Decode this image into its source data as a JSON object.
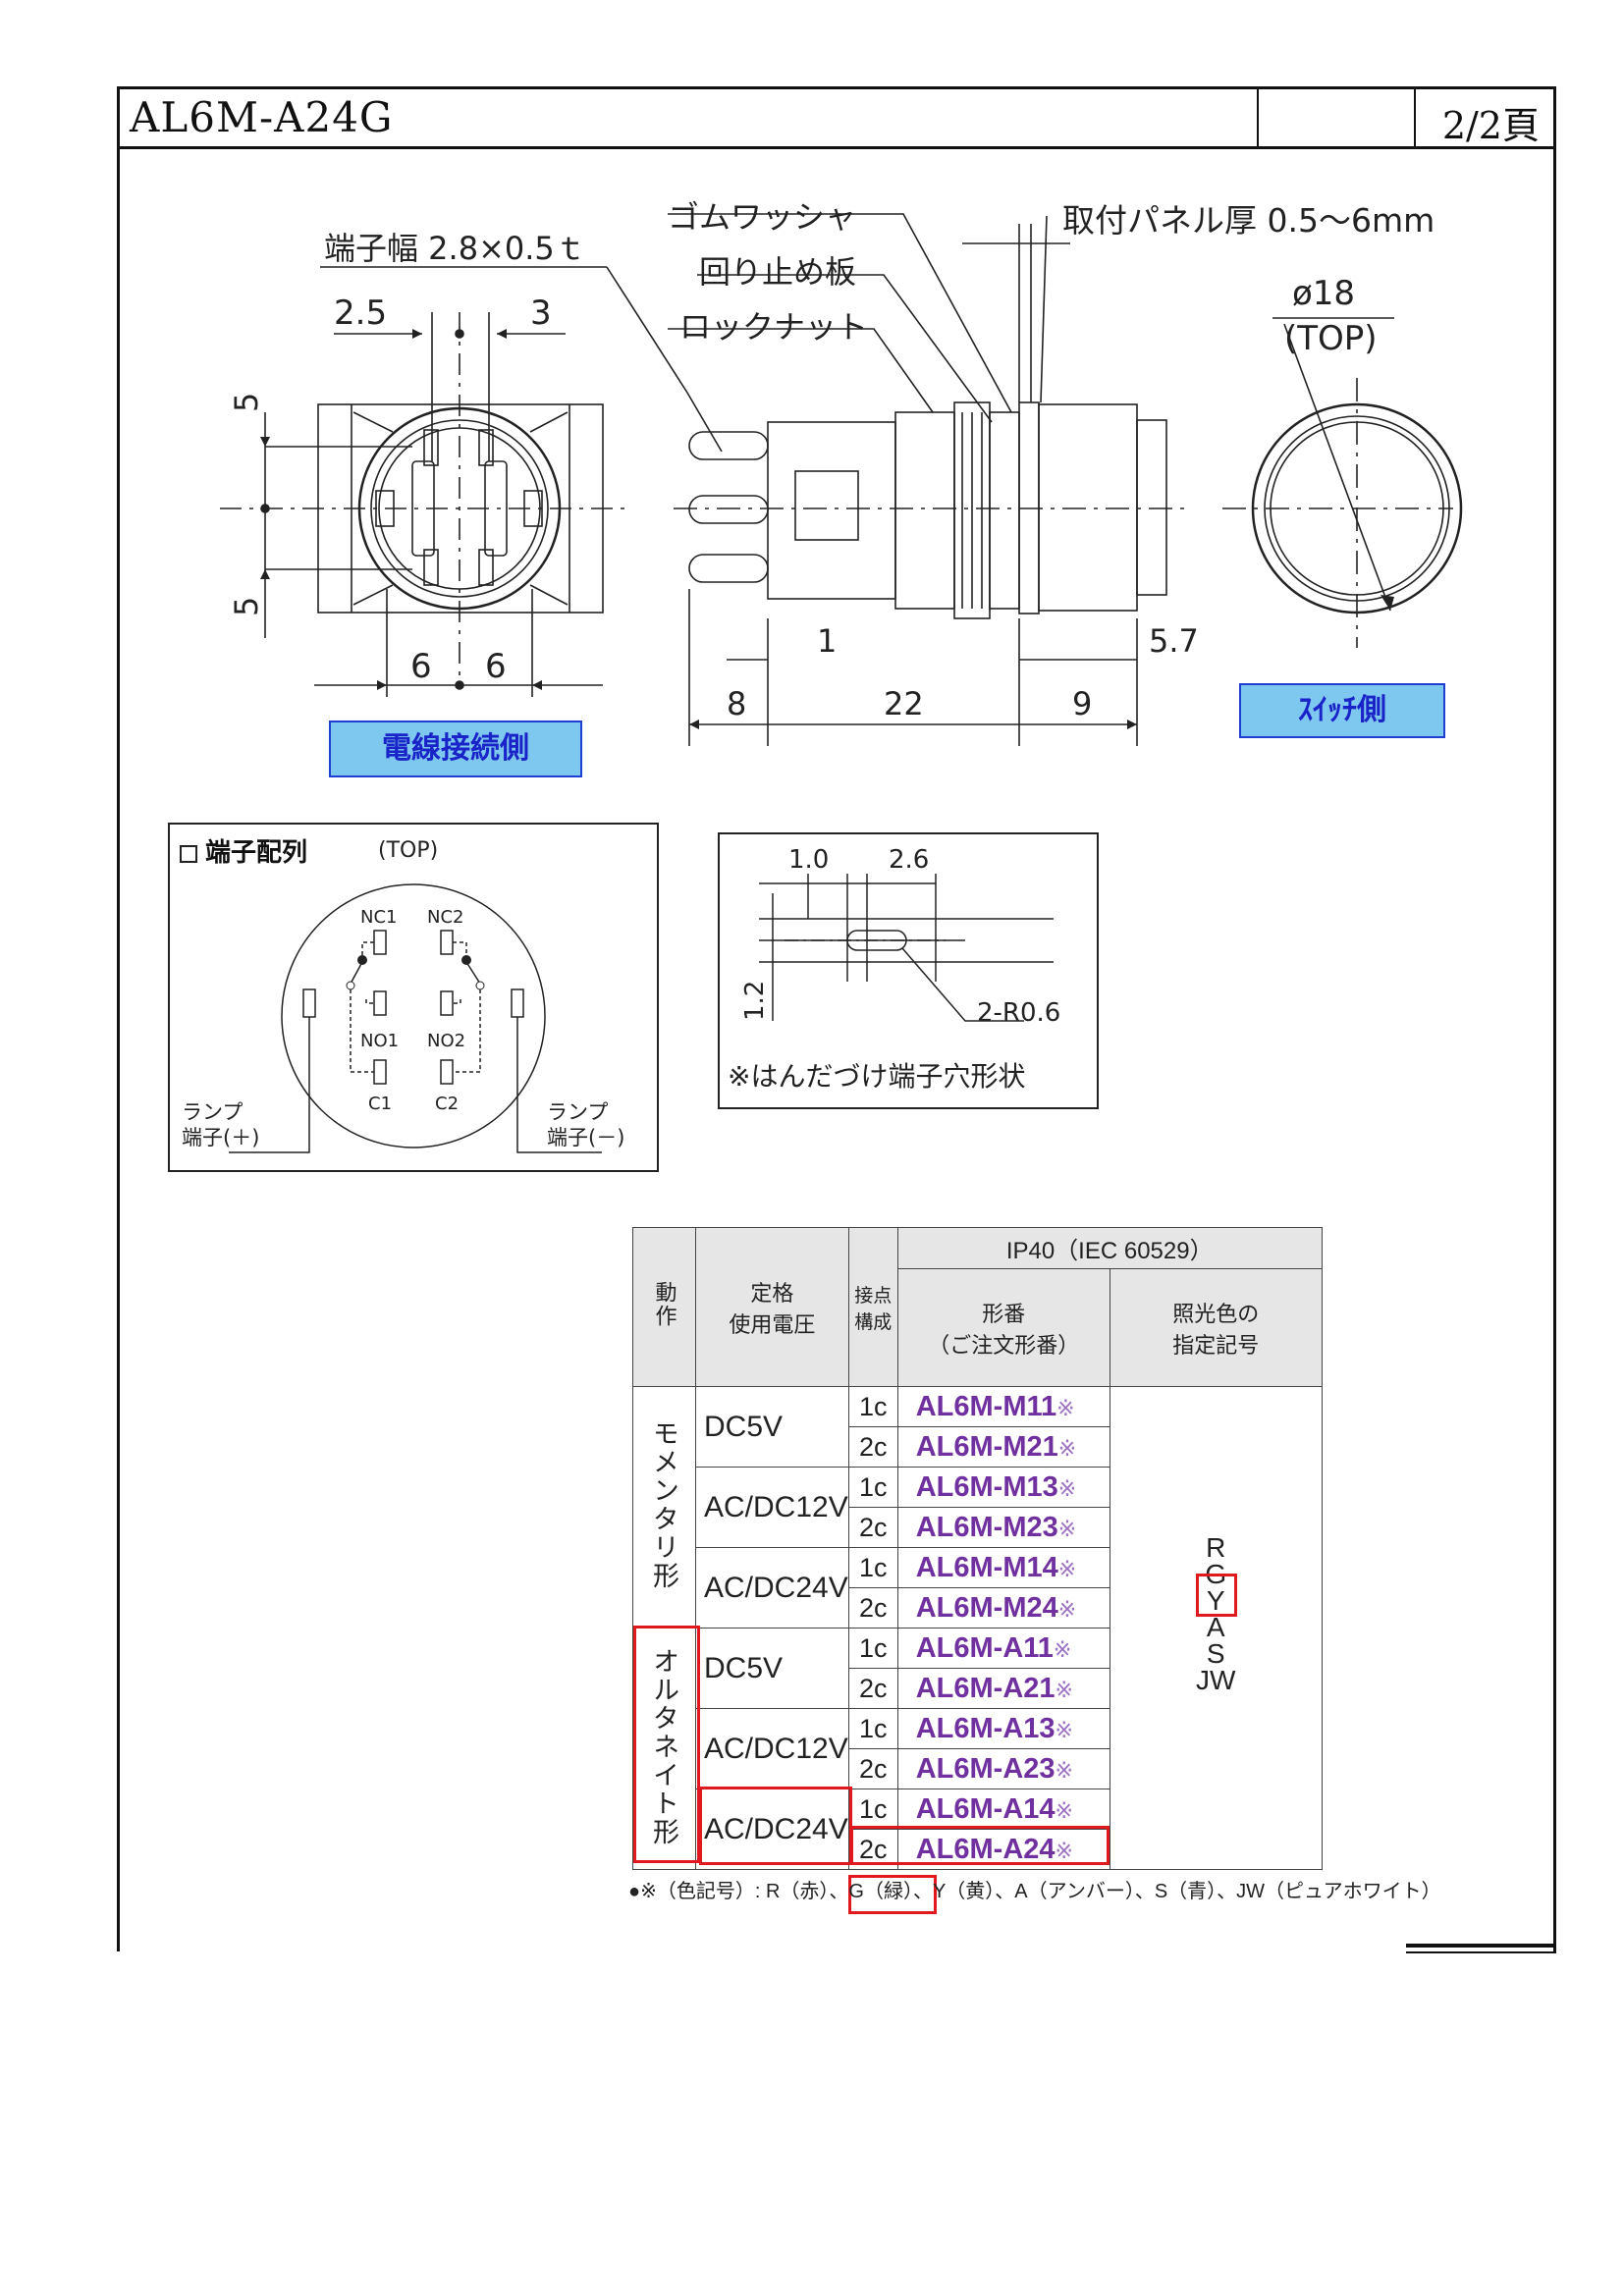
{
  "header": {
    "model": "AL6M-A24G",
    "page": "2/2頁"
  },
  "drawing": {
    "terminal_width": "端子幅 2.8×0.5ｔ",
    "dim_2_5": "2.5",
    "dim_3": "3",
    "dim_5a": "5",
    "dim_5b": "5",
    "dim_6a": "6",
    "dim_6b": "6",
    "gasket": "ゴムワッシャ",
    "anti_rotation": "回り止め板",
    "lock_nut": "ロックナット",
    "panel_thickness": "取付パネル厚  0.5～6mm",
    "dim_1": "1",
    "dim_8": "8",
    "dim_22": "22",
    "dim_9": "9",
    "dim_5_7": "5.7",
    "dia_18": "ø18",
    "top": "(TOP)",
    "wire_side": "電線接続側",
    "switch_side": "ｽｲｯﾁ側"
  },
  "terminal_layout": {
    "title": "端子配列",
    "top": "(TOP)",
    "nc1": "NC1",
    "nc2": "NC2",
    "no1": "NO1",
    "no2": "NO2",
    "c1": "C1",
    "c2": "C2",
    "lamp_plus_1": "ランプ",
    "lamp_plus_2": "端子(＋)",
    "lamp_minus_1": "ランプ",
    "lamp_minus_2": "端子(－)"
  },
  "solder_hole": {
    "dim_1_0": "1.0",
    "dim_2_6": "2.6",
    "dim_1_2": "1.2",
    "radius": "2-R0.6",
    "caption": "※はんだづけ端子穴形状"
  },
  "spec_table": {
    "ip": "IP40（IEC 60529）",
    "h_action": "動作",
    "h_voltage_1": "定格",
    "h_voltage_2": "使用電圧",
    "h_contact_1": "接点",
    "h_contact_2": "構成",
    "h_model_1": "形番",
    "h_model_2": "（ご注文形番）",
    "h_color_1": "照光色の",
    "h_color_2": "指定記号",
    "momentary": "モメンタリ形",
    "alternate": "オルタネイト形",
    "groups": [
      {
        "voltage": "DC5V",
        "rows": [
          {
            "c": "1c",
            "m": "AL6M-M11"
          },
          {
            "c": "2c",
            "m": "AL6M-M21"
          }
        ]
      },
      {
        "voltage": "AC/DC12V",
        "rows": [
          {
            "c": "1c",
            "m": "AL6M-M13"
          },
          {
            "c": "2c",
            "m": "AL6M-M23"
          }
        ]
      },
      {
        "voltage": "AC/DC24V",
        "rows": [
          {
            "c": "1c",
            "m": "AL6M-M14"
          },
          {
            "c": "2c",
            "m": "AL6M-M24"
          }
        ]
      },
      {
        "voltage": "DC5V",
        "rows": [
          {
            "c": "1c",
            "m": "AL6M-A11"
          },
          {
            "c": "2c",
            "m": "AL6M-A21"
          }
        ]
      },
      {
        "voltage": "AC/DC12V",
        "rows": [
          {
            "c": "1c",
            "m": "AL6M-A13"
          },
          {
            "c": "2c",
            "m": "AL6M-A23"
          }
        ]
      },
      {
        "voltage": "AC/DC24V",
        "rows": [
          {
            "c": "1c",
            "m": "AL6M-A14"
          },
          {
            "c": "2c",
            "m": "AL6M-A24"
          }
        ]
      }
    ],
    "mark": "※",
    "colors": [
      "R",
      "G",
      "Y",
      "A",
      "S",
      "JW"
    ],
    "note": "●※（色記号）: R（赤）、G（緑）、Y（黄）、A（アンバー）、S（青）、JW（ピュアホワイト）"
  }
}
